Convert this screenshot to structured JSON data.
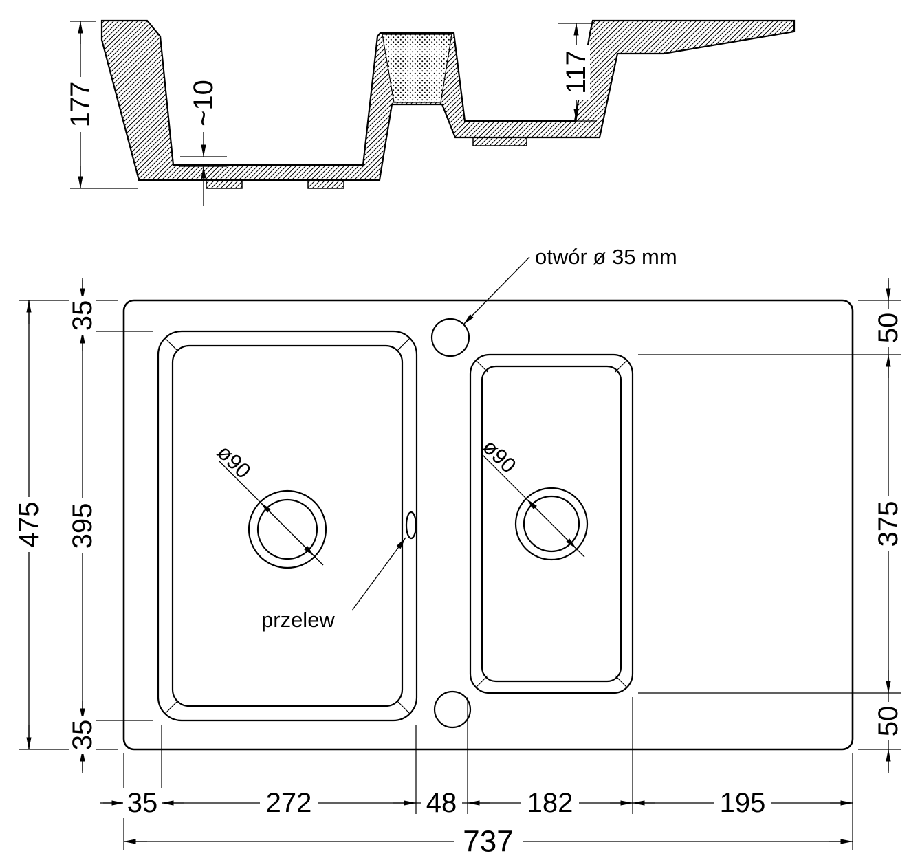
{
  "section_view": {
    "dims": {
      "depth_main": "177",
      "bottom_step": "~10",
      "depth_small": "117"
    }
  },
  "plan_view": {
    "annotations": {
      "faucet_hole": "otwór ø 35 mm",
      "overflow": "przelew",
      "drain_left": "ø90",
      "drain_right": "ø90"
    },
    "dims_left": {
      "margin_top": "35",
      "bowl_height": "395",
      "margin_bottom": "35",
      "total_height": "475"
    },
    "dims_right": {
      "margin_top": "50",
      "bowl_height": "375",
      "margin_bottom": "50"
    },
    "dims_bottom": {
      "margin_left": "35",
      "bowl1_width": "272",
      "divider": "48",
      "bowl2_width": "182",
      "drainer": "195",
      "total_width": "737"
    }
  },
  "colors": {
    "line": "#000000",
    "background": "#ffffff"
  }
}
